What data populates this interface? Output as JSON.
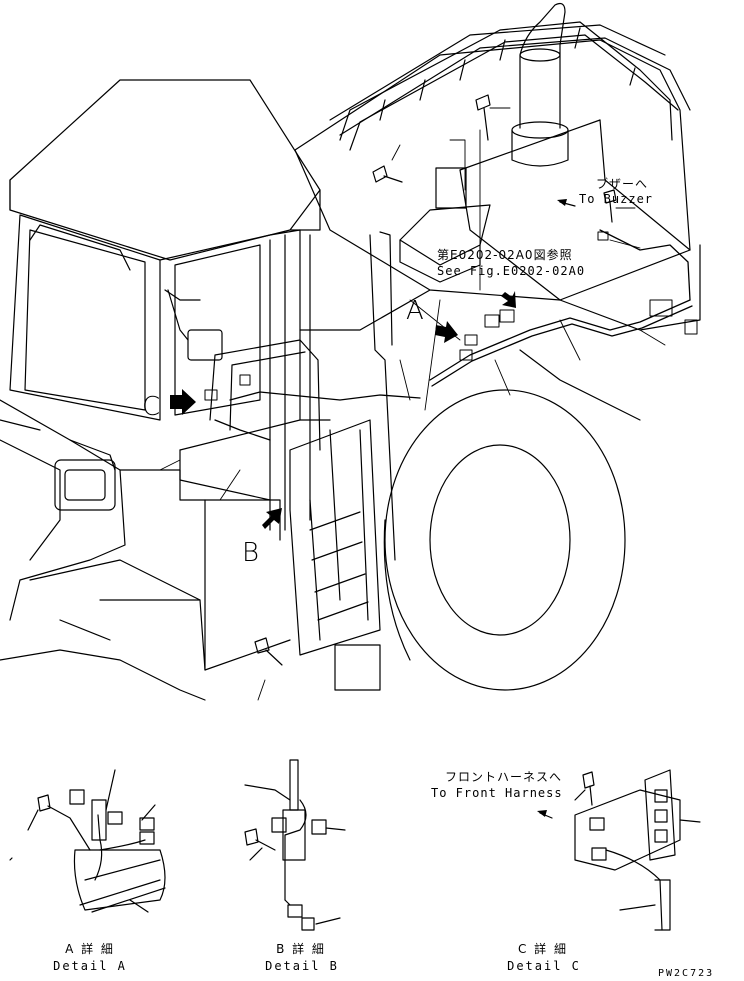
{
  "callouts": {
    "buzzer_jp": "ブザーへ",
    "buzzer_en": "To Buzzer",
    "seefig_jp": "第E0202-02A0図参照",
    "seefig_en": "See Fig.E0202-02A0",
    "front_harness_jp": "フロントハーネスへ",
    "front_harness_en": "To Front Harness"
  },
  "view_letters": {
    "a": "A",
    "b": "B",
    "c": "C"
  },
  "details": {
    "a_jp": "A 詳 細",
    "a_en": "Detail A",
    "b_jp": "B 詳 細",
    "b_en": "Detail B",
    "c_jp": "C 詳 細",
    "c_en": "Detail C"
  },
  "drawing_code": "PW2C723",
  "colors": {
    "line": "#000000",
    "background": "#ffffff"
  }
}
